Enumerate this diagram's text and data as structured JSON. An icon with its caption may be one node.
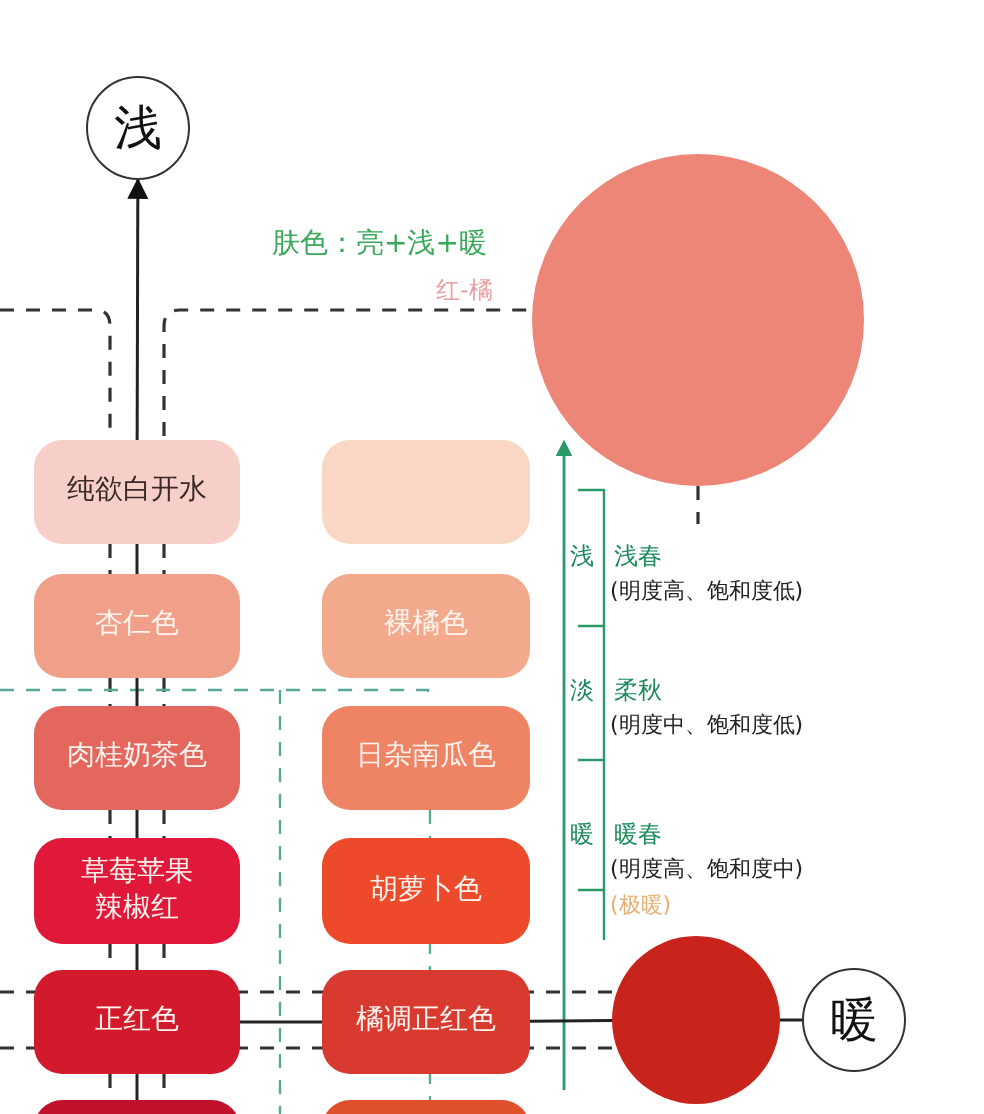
{
  "diagram": {
    "nodes": [
      {
        "text": [
          "浅"
        ]
      },
      {
        "text": [],
        "shape": "circle"
      },
      {
        "text": [
          "纯欲白开水"
        ]
      },
      {
        "text": [],
        "shape": "box"
      },
      {
        "text": [
          "杏仁色"
        ]
      },
      {
        "text": [
          "裸橘色"
        ]
      },
      {
        "text": [
          "肉桂奶茶色"
        ]
      },
      {
        "text": [
          "日杂南瓜色"
        ]
      },
      {
        "text": [
          "草莓苹果辣椒红"
        ]
      },
      {
        "text": [
          "胡萝卜色"
        ]
      },
      {
        "text": [
          "正红色"
        ]
      },
      {
        "text": [
          "橘调正红色"
        ]
      },
      {
        "text": [],
        "shape": "circle"
      },
      {
        "text": [
          "暖"
        ]
      },
      {
        "text": [],
        "shape": "box"
      },
      {
        "text": [],
        "shape": "box"
      }
    ],
    "edges": [
      {
        "from": 2,
        "to": 0,
        "arrow": "to"
      },
      {
        "from": 2,
        "to": 4,
        "arrow": "none"
      },
      {
        "from": 4,
        "to": 6,
        "arrow": "none"
      },
      {
        "from": 6,
        "to": 8,
        "arrow": "none"
      },
      {
        "from": 8,
        "to": 10,
        "arrow": "none"
      },
      {
        "from": 10,
        "to": 14,
        "arrow": "none"
      },
      {
        "from": 10,
        "to": 11,
        "arrow": "none"
      },
      {
        "from": 11,
        "to": 12,
        "arrow": "none"
      },
      {
        "from": 12,
        "to": 13,
        "arrow": "none"
      }
    ],
    "labels": [
      "肤色：亮+浅+暖",
      "红-橘",
      "浅",
      "浅春",
      "(明度高、饱和度低)",
      "淡",
      "柔秋",
      "(明度中、饱和度低)",
      "暖",
      "暖春",
      "(明度高、饱和度中)",
      "(极暖)"
    ]
  }
}
